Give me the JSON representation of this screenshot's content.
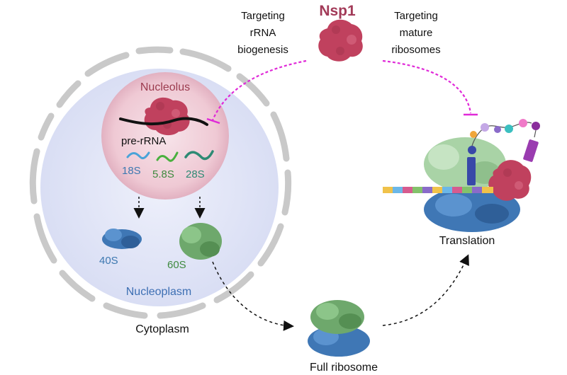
{
  "labels": {
    "nsp1": "Nsp1",
    "targeting_rrna": [
      "Targeting",
      "rRNA",
      "biogenesis"
    ],
    "targeting_mature": [
      "Targeting",
      "mature",
      "ribosomes"
    ],
    "nucleolus": "Nucleolus",
    "pre_rrna": "pre-rRNA",
    "s18": "18S",
    "s58": "5.8S",
    "s28": "28S",
    "s40": "40S",
    "s60": "60S",
    "nucleoplasm": "Nucleoplasm",
    "cytoplasm": "Cytoplasm",
    "full_ribosome": "Full ribosome",
    "translation": "Translation"
  },
  "colors": {
    "nsp1": "#c0415e",
    "nsp1_label": "#a23a58",
    "inhibit": "#e02ad8",
    "nucleolus_label": "#9b3a4e",
    "blue_label": "#3d78b0",
    "green_label": "#3f8a3f",
    "teal_label": "#2e8a74",
    "nucleoplasm_label": "#3d6fb3"
  }
}
